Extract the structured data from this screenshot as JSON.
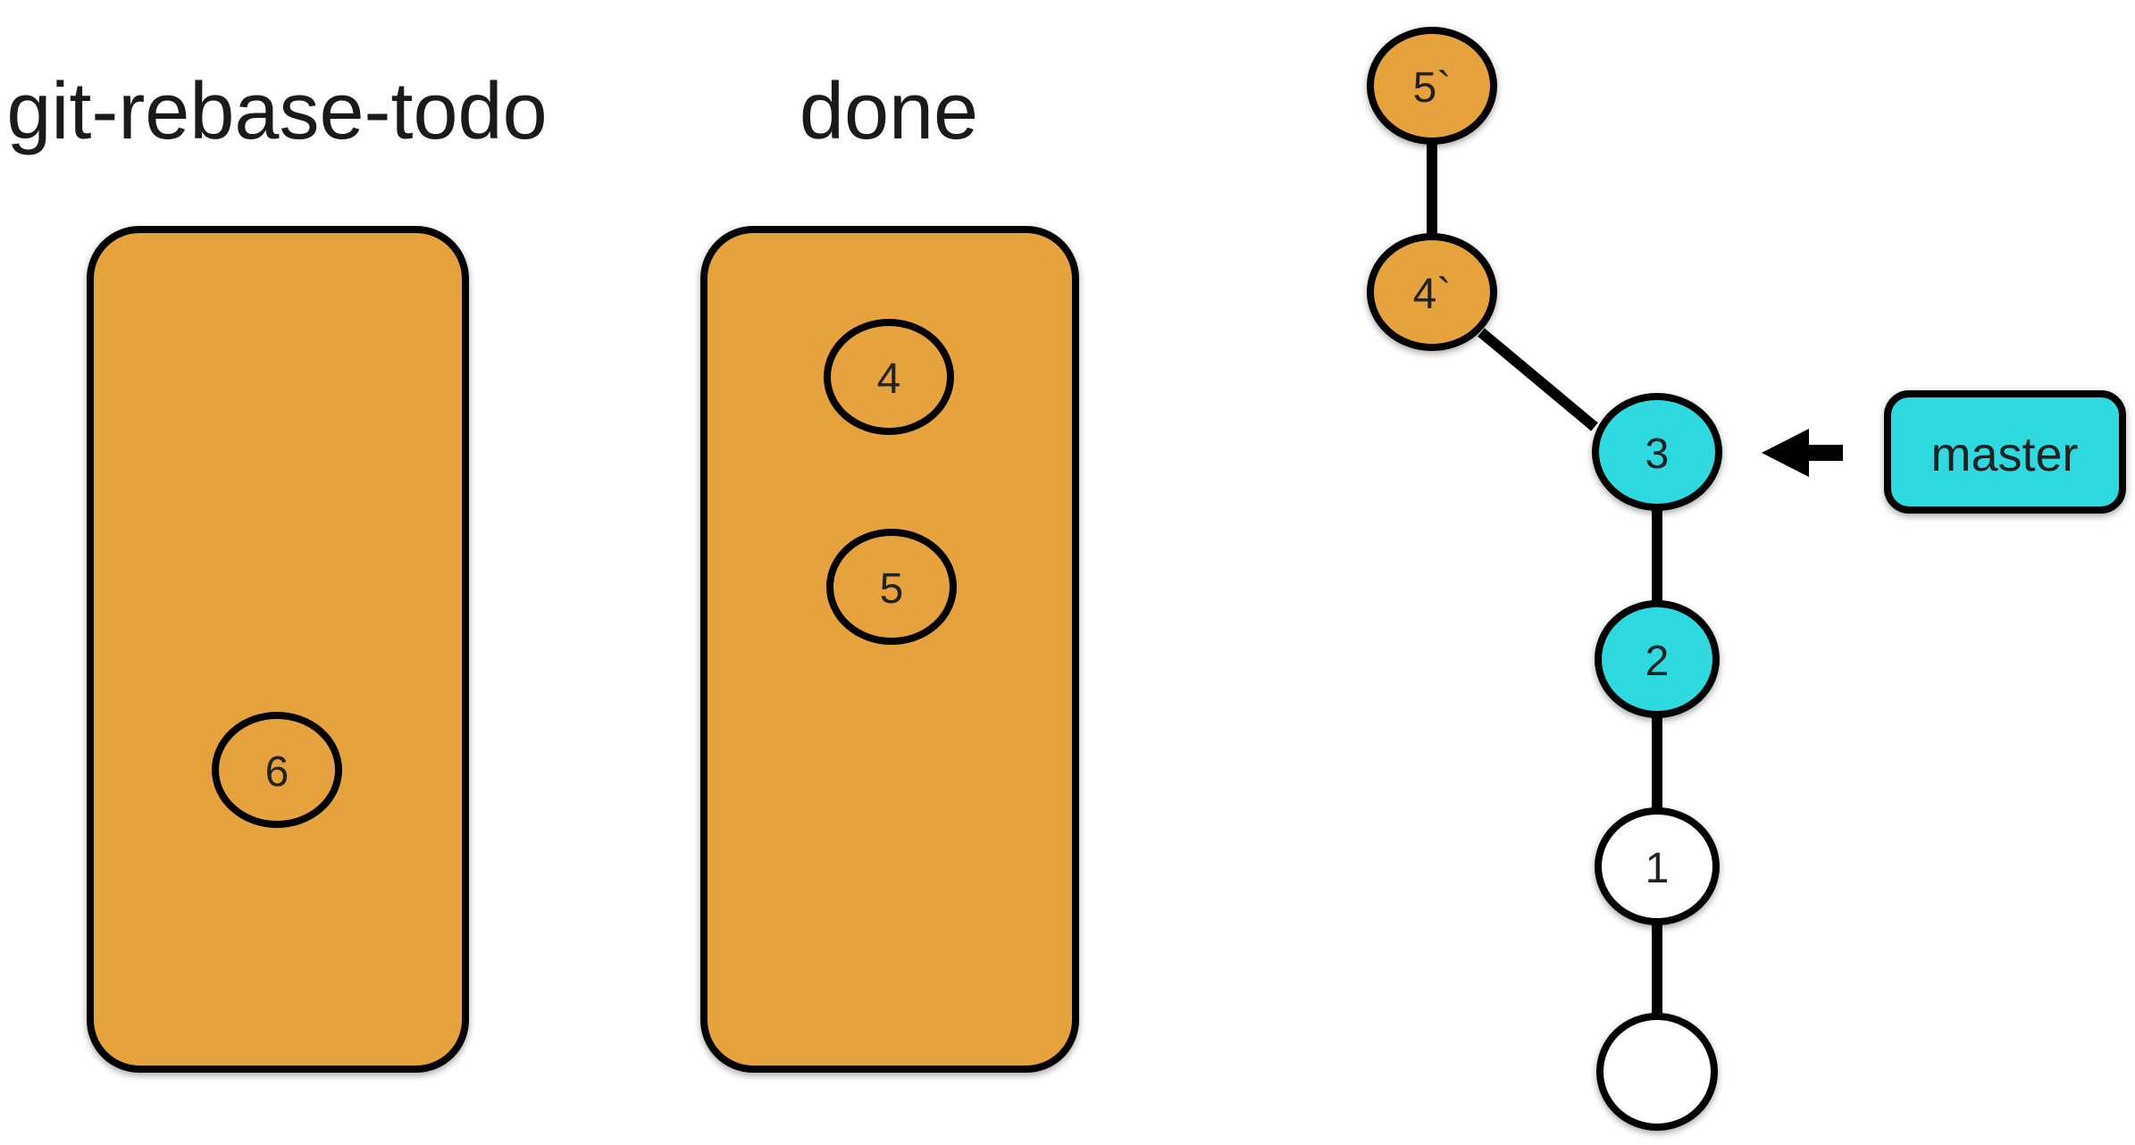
{
  "columns": {
    "todo": {
      "title": "git-rebase-todo",
      "items": [
        {
          "label": "6"
        }
      ]
    },
    "done": {
      "title": "done",
      "items": [
        {
          "label": "4"
        },
        {
          "label": "5"
        }
      ]
    }
  },
  "graph": {
    "commits": [
      {
        "id": "root",
        "label": "",
        "color": "#ffffff"
      },
      {
        "id": "c1",
        "label": "1",
        "color": "#ffffff"
      },
      {
        "id": "c2",
        "label": "2",
        "color": "#2dd9e0"
      },
      {
        "id": "c3",
        "label": "3",
        "color": "#2dd9e0"
      },
      {
        "id": "c4p",
        "label": "4`",
        "color": "#e6a33e"
      },
      {
        "id": "c5p",
        "label": "5`",
        "color": "#e6a33e"
      }
    ],
    "branch": {
      "label": "master",
      "points_to": "3",
      "color": "#2dd9e0"
    }
  },
  "colors": {
    "list_fill": "#e6a33e",
    "stroke": "#000000"
  }
}
